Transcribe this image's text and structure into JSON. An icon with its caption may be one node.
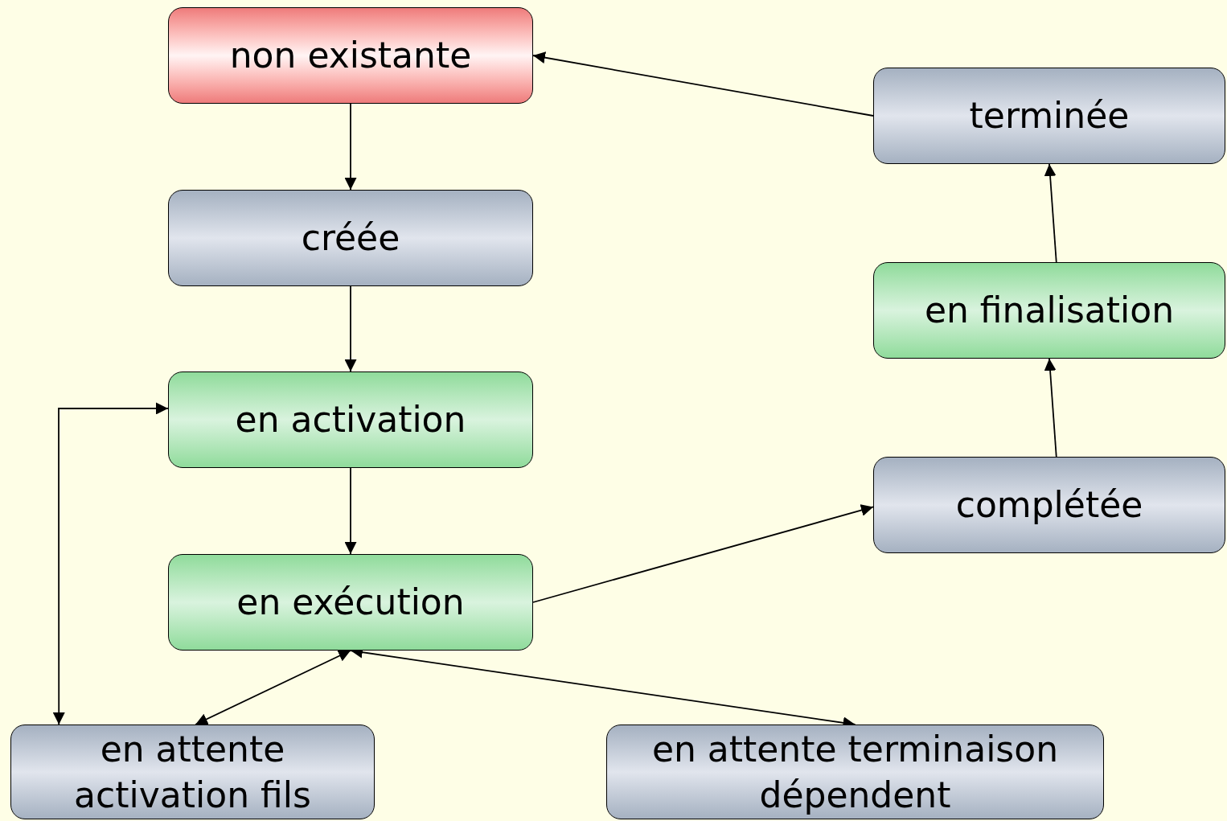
{
  "diagram": {
    "nodes": [
      {
        "text": [
          "non existante"
        ]
      },
      {
        "text": [
          "créée"
        ]
      },
      {
        "text": [
          "en activation"
        ]
      },
      {
        "text": [
          "en exécution"
        ]
      },
      {
        "text": [
          "en attente activation fils"
        ]
      },
      {
        "text": [
          "en attente terminaison dépendent"
        ]
      },
      {
        "text": [
          "complétée"
        ]
      },
      {
        "text": [
          "en finalisation"
        ]
      },
      {
        "text": [
          "terminée"
        ]
      }
    ],
    "edges": [
      {
        "from": 0,
        "to": 1,
        "arrow": "to"
      },
      {
        "from": 1,
        "to": 2,
        "arrow": "to"
      },
      {
        "from": 2,
        "to": 3,
        "arrow": "to"
      },
      {
        "from": 4,
        "to": 2,
        "arrow": "both"
      },
      {
        "from": 3,
        "to": 4,
        "arrow": "both"
      },
      {
        "from": 3,
        "to": 5,
        "arrow": "both"
      },
      {
        "from": 3,
        "to": 6,
        "arrow": "to"
      },
      {
        "from": 6,
        "to": 7,
        "arrow": "to"
      },
      {
        "from": 7,
        "to": 8,
        "arrow": "to"
      },
      {
        "from": 8,
        "to": 0,
        "arrow": "to"
      }
    ]
  }
}
